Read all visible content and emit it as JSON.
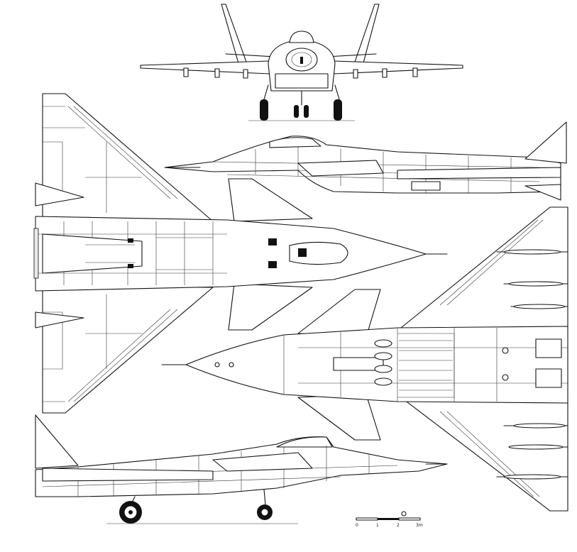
{
  "scale_bar": {
    "ticks": [
      "0",
      "1",
      "2",
      "3m"
    ]
  }
}
